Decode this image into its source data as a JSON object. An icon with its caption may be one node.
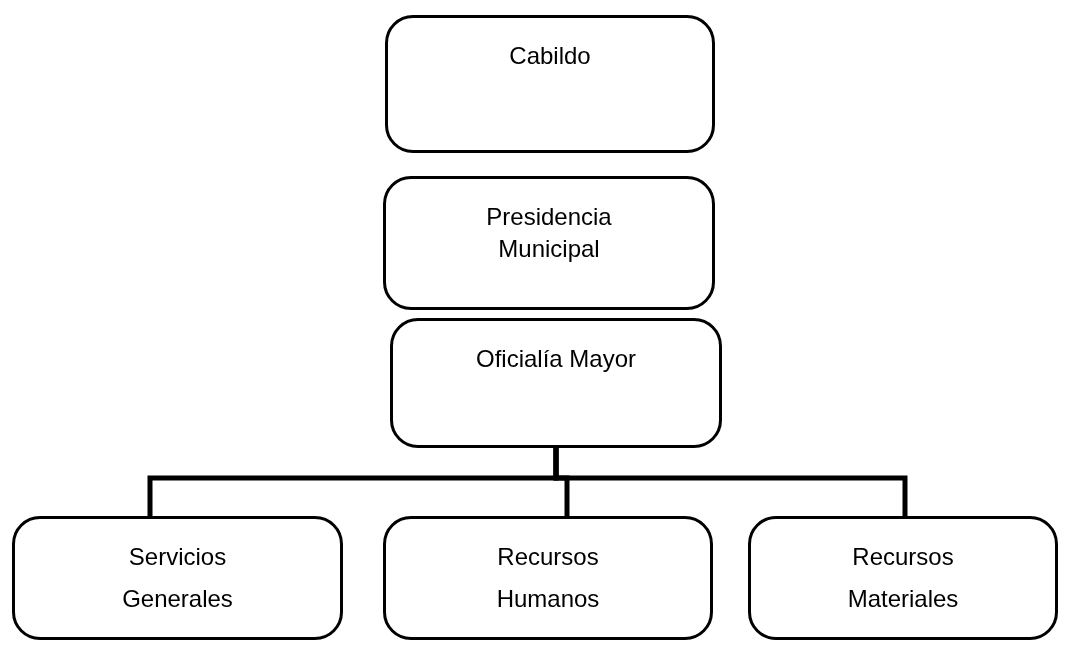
{
  "diagram": {
    "nodes": [
      {
        "text": [
          "Cabildo"
        ]
      },
      {
        "text": [
          "Presidencia Municipal"
        ]
      },
      {
        "text": [
          "Oficialía Mayor"
        ]
      },
      {
        "text": [
          "Servicios Generales"
        ]
      },
      {
        "text": [
          "Recursos Humanos"
        ]
      },
      {
        "text": [
          "Recursos Materiales"
        ]
      }
    ],
    "edges": [
      {
        "from": 2,
        "to": 3,
        "arrow": "none"
      },
      {
        "from": 2,
        "to": 4,
        "arrow": "none"
      },
      {
        "from": 2,
        "to": 5,
        "arrow": "none"
      }
    ]
  }
}
